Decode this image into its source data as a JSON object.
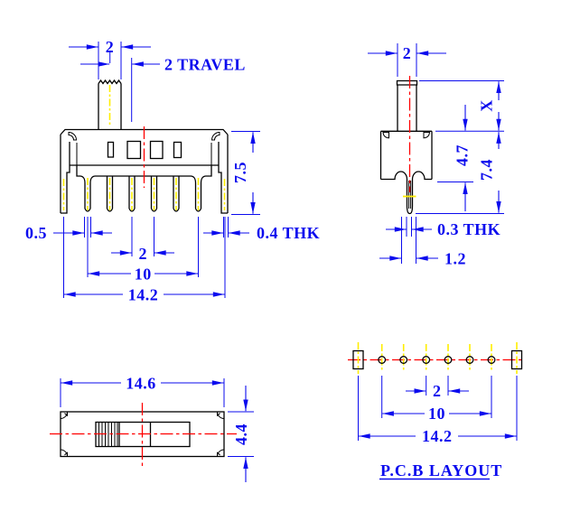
{
  "drawing": {
    "colors": {
      "dimension_blue": "#0b0bee",
      "outline_black": "#000000",
      "centerline_red": "#ff0000",
      "centerline_yellow": "#ffee00",
      "background": "#ffffff"
    },
    "front_view": {
      "dims": {
        "knob_width": "2",
        "travel": "2 TRAVEL",
        "body_height": "7.5",
        "pin_width": "0.5",
        "pin_pitch": "2",
        "pin_span": "10",
        "overall_width": "14.2",
        "bracket_thk": "0.4 THK"
      }
    },
    "side_view": {
      "dims": {
        "knob_width": "2",
        "knob_height": "X",
        "body_depth": "4.7",
        "total_height": "7.4",
        "pin_thk": "0.3 THK",
        "pin_width": "1.2"
      }
    },
    "top_view": {
      "dims": {
        "overall_length": "14.6",
        "overall_width": "4.4"
      }
    },
    "pcb_layout": {
      "title": "P.C.B LAYOUT",
      "dims": {
        "hole_pitch": "2",
        "hole_span": "10",
        "pad_span": "14.2"
      }
    }
  }
}
